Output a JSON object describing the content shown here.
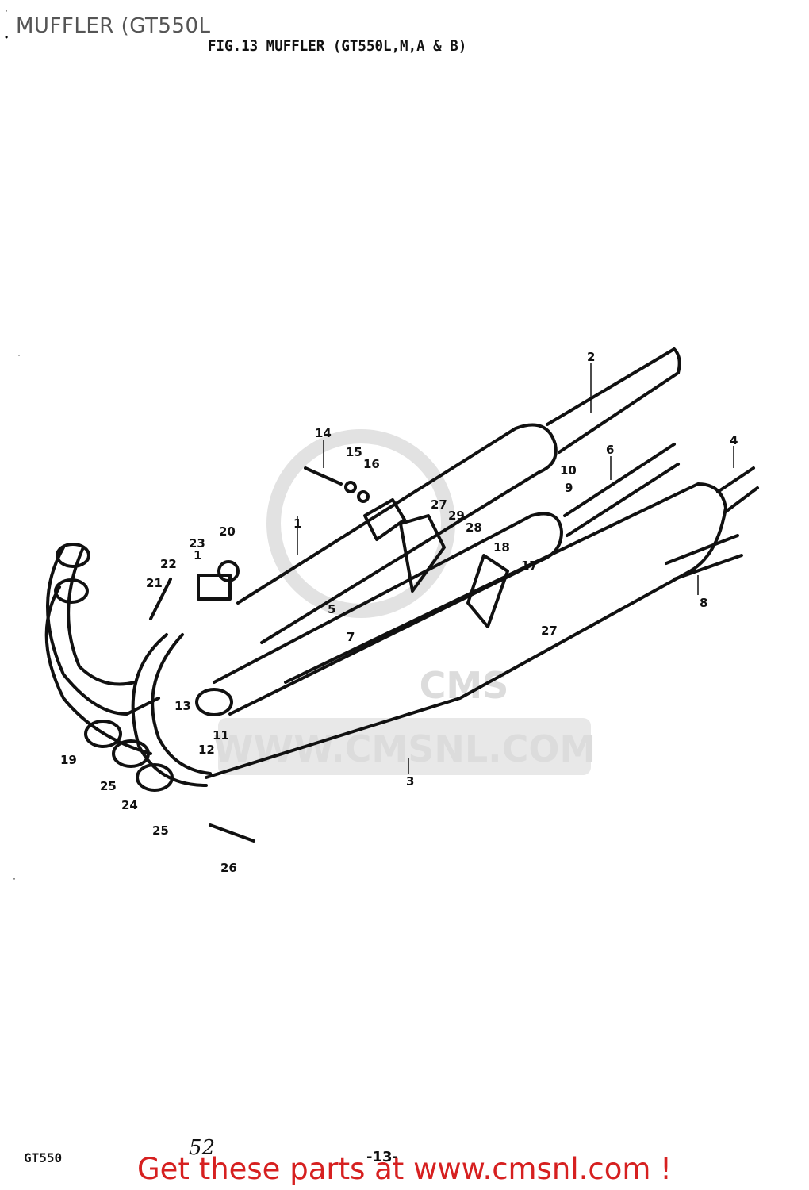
{
  "header": {
    "page_title": "MUFFLER (GT550L",
    "figure_heading": "FIG.13  MUFFLER (GT550L,M,A & B)"
  },
  "watermark": {
    "text": "WWW.CMSNL.COM",
    "brand": "CMS"
  },
  "callouts": [
    "1",
    "2",
    "3",
    "4",
    "5",
    "6",
    "7",
    "8",
    "9",
    "10",
    "11",
    "12",
    "13",
    "14",
    "15",
    "16",
    "17",
    "18",
    "19",
    "20",
    "21",
    "22",
    "23",
    "24",
    "25",
    "25",
    "26",
    "27",
    "27",
    "28",
    "29",
    "1"
  ],
  "footer": {
    "model": "GT550",
    "handwritten": "52",
    "page_number": "-13-",
    "cta": "Get these parts at www.cmsnl.com !"
  },
  "colors": {
    "cta": "#d62020",
    "line": "#111111",
    "watermark": "#dcdcdc",
    "title": "#555555"
  }
}
